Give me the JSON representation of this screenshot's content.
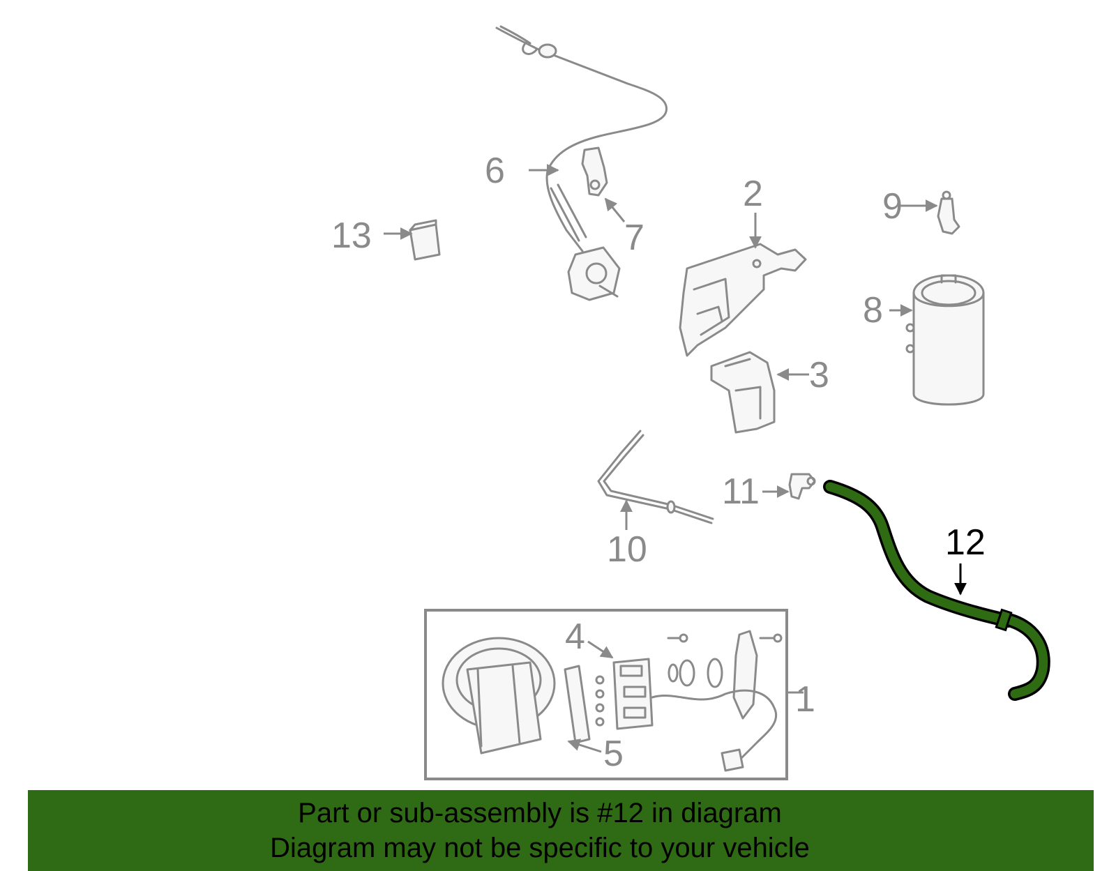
{
  "callouts": [
    "1",
    "2",
    "3",
    "4",
    "5",
    "6",
    "7",
    "8",
    "9",
    "10",
    "11",
    "12",
    "13"
  ],
  "highlighted_part": "12",
  "banner": {
    "line1": "Part or sub-assembly is #12 in diagram",
    "line2": "Diagram may not be specific to your vehicle"
  },
  "colors": {
    "highlight": "#2e6b12",
    "banner_bg": "#2f6b14",
    "line": "#8a8a8a"
  }
}
